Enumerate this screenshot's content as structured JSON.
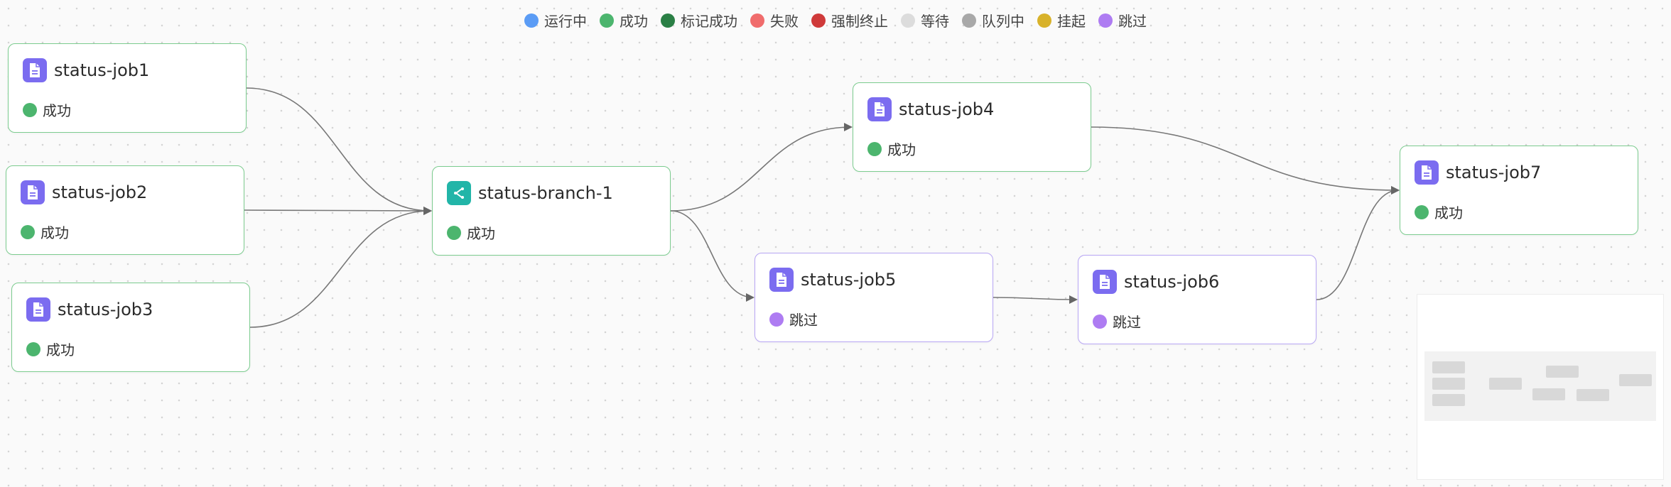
{
  "legend": [
    {
      "label": "运行中",
      "color": "#5b9cf5"
    },
    {
      "label": "成功",
      "color": "#4cb56e"
    },
    {
      "label": "标记成功",
      "color": "#2a7f45"
    },
    {
      "label": "失败",
      "color": "#f06c6c"
    },
    {
      "label": "强制终止",
      "color": "#cf3a3a"
    },
    {
      "label": "等待",
      "color": "#dcdcdc"
    },
    {
      "label": "队列中",
      "color": "#a8a8a8"
    },
    {
      "label": "挂起",
      "color": "#d8b22a"
    },
    {
      "label": "跳过",
      "color": "#ae7cf2"
    }
  ],
  "nodes": [
    {
      "id": "job1",
      "title": "status-job1",
      "status": "成功",
      "status_color": "#4cb56e",
      "icon": "document-icon"
    },
    {
      "id": "job2",
      "title": "status-job2",
      "status": "成功",
      "status_color": "#4cb56e",
      "icon": "document-icon"
    },
    {
      "id": "job3",
      "title": "status-job3",
      "status": "成功",
      "status_color": "#4cb56e",
      "icon": "document-icon"
    },
    {
      "id": "branch1",
      "title": "status-branch-1",
      "status": "成功",
      "status_color": "#4cb56e",
      "icon": "branch-icon"
    },
    {
      "id": "job4",
      "title": "status-job4",
      "status": "成功",
      "status_color": "#4cb56e",
      "icon": "document-icon"
    },
    {
      "id": "job5",
      "title": "status-job5",
      "status": "跳过",
      "status_color": "#ae7cf2",
      "icon": "document-icon"
    },
    {
      "id": "job6",
      "title": "status-job6",
      "status": "跳过",
      "status_color": "#ae7cf2",
      "icon": "document-icon"
    },
    {
      "id": "job7",
      "title": "status-job7",
      "status": "成功",
      "status_color": "#4cb56e",
      "icon": "document-icon"
    }
  ],
  "edges": [
    {
      "from": "job1",
      "to": "branch1"
    },
    {
      "from": "job2",
      "to": "branch1"
    },
    {
      "from": "job3",
      "to": "branch1"
    },
    {
      "from": "branch1",
      "to": "job4"
    },
    {
      "from": "branch1",
      "to": "job5"
    },
    {
      "from": "job5",
      "to": "job6"
    },
    {
      "from": "job4",
      "to": "job7"
    },
    {
      "from": "job6",
      "to": "job7"
    }
  ]
}
